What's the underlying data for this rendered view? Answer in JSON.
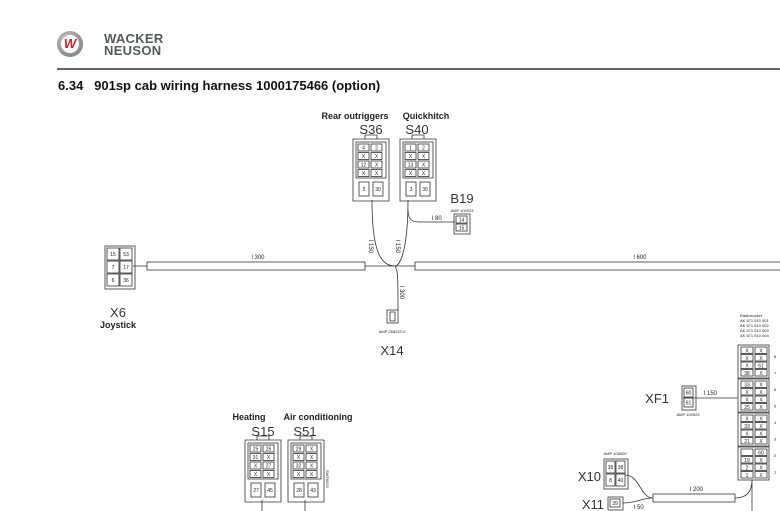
{
  "header": {
    "brand_line1": "WACKER",
    "brand_line2": "NEUSON",
    "logo_letter": "W"
  },
  "title": "6.34   901sp cab wiring harness 1000175466 (option)",
  "diagram": {
    "S36": {
      "ref": "S36",
      "label": "Rear outriggers",
      "cells": [
        "4",
        "2",
        "X",
        "X",
        "12",
        "X",
        "X",
        "X"
      ],
      "bottom": [
        "5",
        "30"
      ]
    },
    "S40": {
      "ref": "S40",
      "label": "Quickhitch",
      "cells": [
        "1",
        "2",
        "X",
        "X",
        "13",
        "X",
        "X",
        "X"
      ],
      "bottom": [
        "3",
        "30"
      ]
    },
    "S15": {
      "ref": "S15",
      "label": "Heating",
      "cells": [
        "25",
        "26",
        "31",
        "X",
        "X",
        "27",
        "X",
        "X"
      ],
      "bottom": [
        "27",
        "45"
      ]
    },
    "S51": {
      "ref": "S51",
      "label": "Air conditioning",
      "cells": [
        "29",
        "X",
        "X",
        "X",
        "32",
        "X",
        "X",
        "X"
      ],
      "bottom": [
        "28",
        "43"
      ],
      "side_text": "SWF6933"
    },
    "B19": {
      "ref": "B19",
      "amp": "AMP 100923",
      "cells": [
        "14",
        "15"
      ],
      "length": "l 80"
    },
    "X6": {
      "ref": "X6",
      "label": "Joystick",
      "cells": [
        "15",
        "53",
        "7",
        "17",
        "6",
        "36"
      ]
    },
    "X14": {
      "ref": "X14",
      "amp": "AMP 268233-0",
      "length": "l 300"
    },
    "harness": {
      "left_length": "l 300",
      "right_length": "l 600",
      "branch1_length": "l 150",
      "branch2_length": "l 150"
    },
    "XF1": {
      "ref": "XF1",
      "amp": "AMP 100923",
      "cells": [
        "60",
        "61"
      ],
      "length": "l 150"
    },
    "X10": {
      "ref": "X10",
      "amp": "AMP 108900",
      "cells": [
        "39",
        "38",
        "8",
        "40"
      ],
      "length": "l 200"
    },
    "X11": {
      "ref": "X11",
      "cells": [
        "39"
      ],
      "length": "l 50"
    },
    "radio": {
      "title": "Radiosocket",
      "parts": [
        "AK 671 510 001",
        "AK 671 510 002",
        "AK 671 510 003",
        "AK 671 510 004"
      ],
      "row_numbers": [
        "8",
        "7",
        "6",
        "5",
        "4",
        "3",
        "2",
        "1"
      ],
      "cells": [
        "X",
        "X",
        "X",
        "X",
        "X",
        "61",
        "38",
        "X",
        "33",
        "X",
        "X",
        "X",
        "X",
        "X",
        "25",
        "X",
        "X",
        "X",
        "33",
        "X",
        "X",
        "X",
        "21",
        "X",
        "",
        "60",
        "19",
        "X",
        "2",
        "X",
        "1",
        "X"
      ]
    }
  }
}
